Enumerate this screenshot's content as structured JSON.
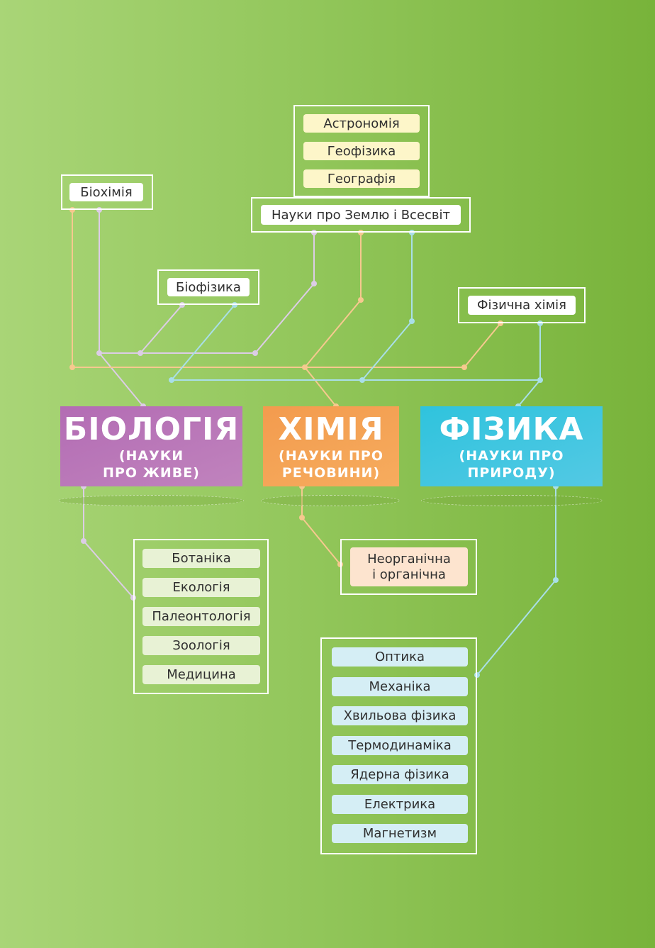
{
  "colors": {
    "biology": "#b873b7",
    "chemistry": "#f5a055",
    "physics": "#3ec6e0",
    "line_pink": "#dccde6",
    "line_orange": "#f6c98f",
    "line_blue": "#a9dfe8",
    "background": "#8fc456"
  },
  "main": {
    "biology": {
      "title": "БІОЛОГІЯ",
      "subtitle1": "(НАУКИ",
      "subtitle2": "ПРО ЖИВЕ)"
    },
    "chemistry": {
      "title": "ХІМІЯ",
      "subtitle1": "(НАУКИ ПРО",
      "subtitle2": "РЕЧОВИНИ)"
    },
    "physics": {
      "title": "ФІЗИКА",
      "subtitle1": "(НАУКИ ПРО",
      "subtitle2": "ПРИРОДУ)"
    }
  },
  "interdisciplinary": {
    "biochemistry": "Біохімія",
    "biophysics": "Біофізика",
    "earth_universe": "Науки про Землю і Всесвіт",
    "physical_chemistry": "Фізична хімія",
    "earth_items": [
      "Астрономія",
      "Геофізика",
      "Географія"
    ]
  },
  "biology_branches": [
    "Ботаніка",
    "Екологія",
    "Палеонтологія",
    "Зоологія",
    "Медицина"
  ],
  "chemistry_branches": {
    "line1": "Неорганічна",
    "line2": "і органічна"
  },
  "physics_branches": [
    "Оптика",
    "Механіка",
    "Хвильова фізика",
    "Термодинаміка",
    "Ядерна фізика",
    "Електрика",
    "Магнетизм"
  ]
}
